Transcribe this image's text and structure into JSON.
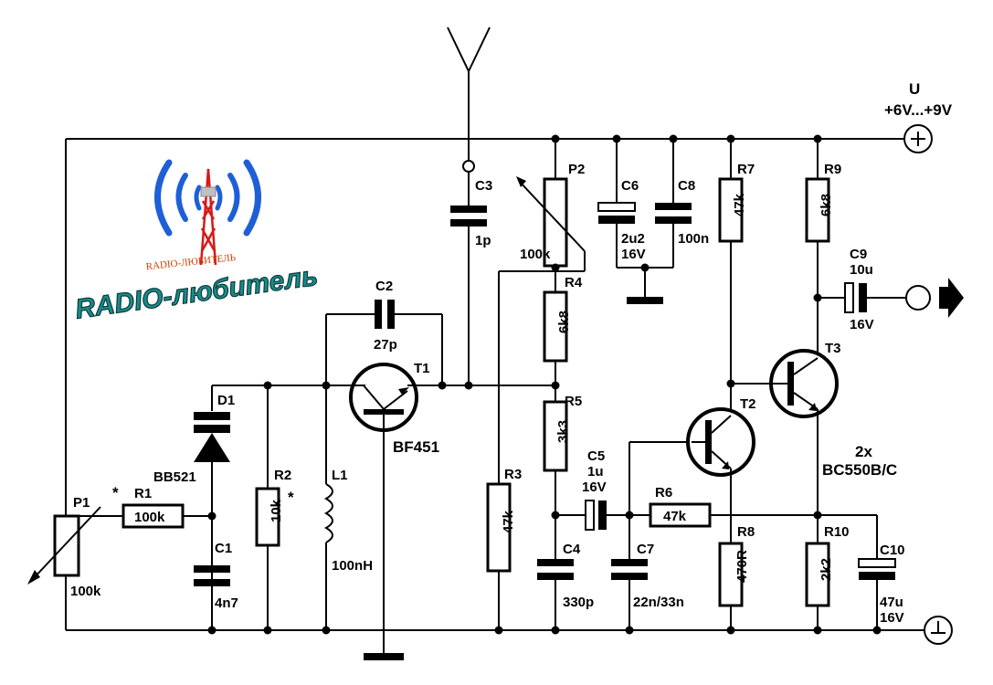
{
  "logo": {
    "text": "RADIO-любитель",
    "subtext": "RADIO-ЛЮБИТЕЛЬ"
  },
  "supply": {
    "title": "U",
    "range": "+6V...+9V"
  },
  "transistor_note": {
    "count": "2x",
    "type": "BC550B/C"
  },
  "components": {
    "P1": {
      "ref": "P1",
      "value": "100k"
    },
    "R1": {
      "ref": "R1",
      "value": "100k"
    },
    "D1": {
      "ref": "D1",
      "value": "BB521"
    },
    "C1": {
      "ref": "C1",
      "value": "4n7"
    },
    "R2": {
      "ref": "R2",
      "value": "10k"
    },
    "L1": {
      "ref": "L1",
      "value": "100nH"
    },
    "C2": {
      "ref": "C2",
      "value": "27p"
    },
    "T1": {
      "ref": "T1",
      "value": "BF451"
    },
    "C3": {
      "ref": "C3",
      "value": "1p"
    },
    "R3": {
      "ref": "R3",
      "value": "47k"
    },
    "P2": {
      "ref": "P2",
      "value": "100k"
    },
    "R4": {
      "ref": "R4",
      "value": "6k8"
    },
    "R5": {
      "ref": "R5",
      "value": "3k3"
    },
    "C4": {
      "ref": "C4",
      "value": "330p"
    },
    "C5": {
      "ref": "C5",
      "value": "1u",
      "voltage": "16V"
    },
    "C6": {
      "ref": "C6",
      "value": "2u2",
      "voltage": "16V"
    },
    "C8": {
      "ref": "C8",
      "value": "100n"
    },
    "C7": {
      "ref": "C7",
      "value": "22n/33n"
    },
    "R6": {
      "ref": "R6",
      "value": "47k"
    },
    "R7": {
      "ref": "R7",
      "value": "47k"
    },
    "T2": {
      "ref": "T2"
    },
    "R8": {
      "ref": "R8",
      "value": "470R"
    },
    "R9": {
      "ref": "R9",
      "value": "6k8"
    },
    "T3": {
      "ref": "T3"
    },
    "C9": {
      "ref": "C9",
      "value": "10u",
      "voltage": "16V"
    },
    "R10": {
      "ref": "R10",
      "value": "2k2"
    },
    "C10": {
      "ref": "C10",
      "value": "47u",
      "voltage": "16V"
    }
  },
  "marks": {
    "select_on_test": "*"
  },
  "colors": {
    "wire": "#000000",
    "logo_blue": "#1e5fd8",
    "logo_teal": "#1a8a8a",
    "logo_red": "#d81818"
  }
}
